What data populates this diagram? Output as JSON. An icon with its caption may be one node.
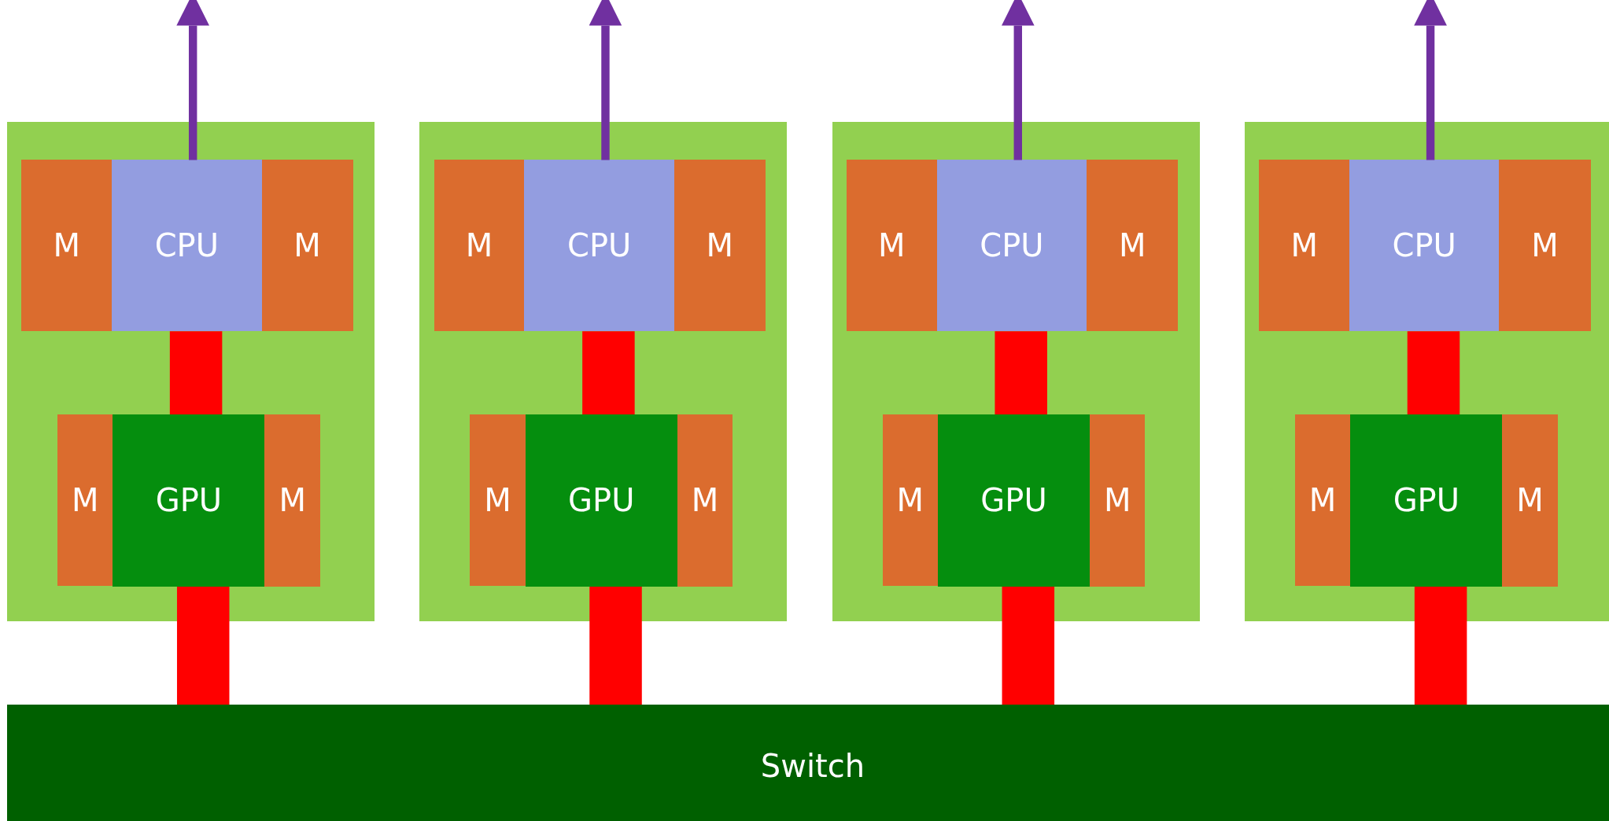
{
  "diagram": {
    "nodes": [
      {
        "text": [],
        "shape": "box"
      },
      {
        "text": [
          "M"
        ],
        "in": 0
      },
      {
        "text": [
          "CPU"
        ],
        "in": 0
      },
      {
        "text": [
          "M"
        ],
        "in": 0
      },
      {
        "text": [
          "M"
        ],
        "in": 0
      },
      {
        "text": [
          "GPU"
        ],
        "in": 0
      },
      {
        "text": [
          "M"
        ],
        "in": 0
      },
      {
        "text": [],
        "shape": "box"
      },
      {
        "text": [
          "M"
        ],
        "in": 7
      },
      {
        "text": [
          "CPU"
        ],
        "in": 7
      },
      {
        "text": [
          "M"
        ],
        "in": 7
      },
      {
        "text": [
          "M"
        ],
        "in": 7
      },
      {
        "text": [
          "GPU"
        ],
        "in": 7
      },
      {
        "text": [
          "M"
        ],
        "in": 7
      },
      {
        "text": [],
        "shape": "box"
      },
      {
        "text": [
          "M"
        ],
        "in": 14
      },
      {
        "text": [
          "CPU"
        ],
        "in": 14
      },
      {
        "text": [
          "M"
        ],
        "in": 14
      },
      {
        "text": [
          "M"
        ],
        "in": 14
      },
      {
        "text": [
          "GPU"
        ],
        "in": 14
      },
      {
        "text": [
          "M"
        ],
        "in": 14
      },
      {
        "text": [],
        "shape": "box"
      },
      {
        "text": [
          "M"
        ],
        "in": 21
      },
      {
        "text": [
          "CPU"
        ],
        "in": 21
      },
      {
        "text": [
          "M"
        ],
        "in": 21
      },
      {
        "text": [
          "M"
        ],
        "in": 21
      },
      {
        "text": [
          "GPU"
        ],
        "in": 21
      },
      {
        "text": [
          "M"
        ],
        "in": 21
      },
      {
        "text": [
          "Switch"
        ]
      }
    ],
    "edges": [
      {
        "from": 2,
        "to": null,
        "arrow": "to",
        "color": "#7030a0"
      },
      {
        "from": 9,
        "to": null,
        "arrow": "to",
        "color": "#7030a0"
      },
      {
        "from": 16,
        "to": null,
        "arrow": "to",
        "color": "#7030a0"
      },
      {
        "from": 23,
        "to": null,
        "arrow": "to",
        "color": "#7030a0"
      },
      {
        "from": 2,
        "to": 5,
        "arrow": "none",
        "color": "#ff0000"
      },
      {
        "from": 9,
        "to": 12,
        "arrow": "none",
        "color": "#ff0000"
      },
      {
        "from": 16,
        "to": 19,
        "arrow": "none",
        "color": "#ff0000"
      },
      {
        "from": 23,
        "to": 26,
        "arrow": "none",
        "color": "#ff0000"
      },
      {
        "from": 5,
        "to": 28,
        "arrow": "none",
        "color": "#ff0000"
      },
      {
        "from": 12,
        "to": 28,
        "arrow": "none",
        "color": "#ff0000"
      },
      {
        "from": 19,
        "to": 28,
        "arrow": "none",
        "color": "#ff0000"
      },
      {
        "from": 26,
        "to": 28,
        "arrow": "none",
        "color": "#ff0000"
      }
    ]
  }
}
